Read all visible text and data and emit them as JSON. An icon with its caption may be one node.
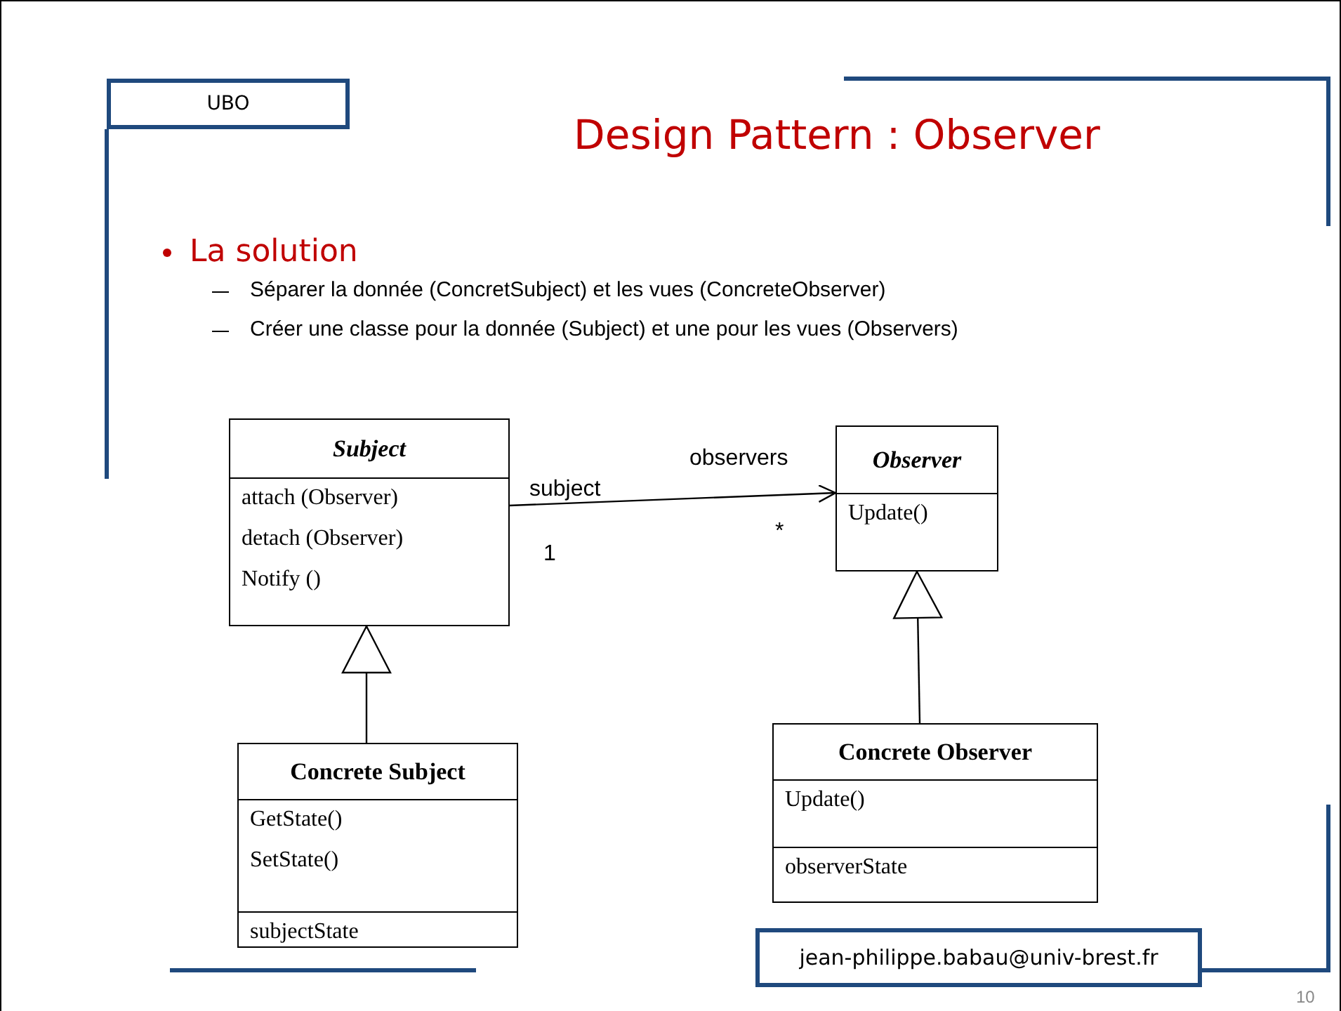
{
  "diagram": {
    "title": "Design Pattern : Observer",
    "nodes": [
      {
        "text": [
          "UBO"
        ]
      },
      {
        "text": [
          "Subject",
          "attach (Observer)",
          "detach (Observer)",
          "Notify ()"
        ]
      },
      {
        "text": [
          "Observer",
          "Update()"
        ]
      },
      {
        "text": [
          "Concrete Subject",
          "GetState()",
          "SetState()",
          "subjectState"
        ]
      },
      {
        "text": [
          "Concrete Observer",
          "Update()",
          "observerState"
        ]
      },
      {
        "text": [
          "jean-philippe.babau@univ-brest.fr"
        ]
      }
    ],
    "edges": [
      {
        "from": 1,
        "to": 2,
        "arrow": "to"
      },
      {
        "from": 3,
        "to": 1,
        "arrow": "to"
      },
      {
        "from": 4,
        "to": 2,
        "arrow": "to"
      }
    ],
    "labels": [
      "La solution",
      "Séparer la donnée (ConcretSubject) et les vues (ConcreteObserver)",
      "Créer une classe pour la donnée (Subject) et une pour les vues (Observers)",
      "observers",
      "subject",
      "1",
      "*",
      "10"
    ]
  }
}
